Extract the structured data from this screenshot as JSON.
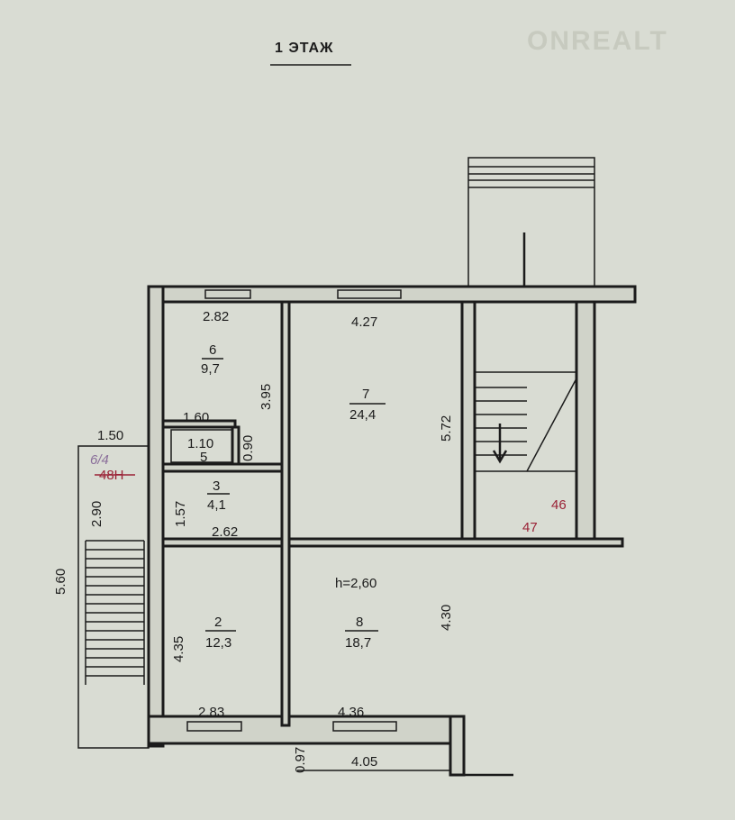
{
  "title": "1 ЭТАЖ",
  "watermark": "ONREALT",
  "ceiling_height": "h=2,60",
  "rooms": [
    {
      "number": "6",
      "area": "9,7"
    },
    {
      "number": "7",
      "area": "24,4"
    },
    {
      "number": "5",
      "area": ""
    },
    {
      "number": "3",
      "area": "4,1"
    },
    {
      "number": "2",
      "area": "12,3"
    },
    {
      "number": "8",
      "area": "18,7"
    }
  ],
  "dimensions": {
    "room6_width": "2.82",
    "room7_width": "4.27",
    "room6_height": "3.95",
    "room7_height": "5.72",
    "closet_width": "1.60",
    "room5_width": "1.10",
    "room5_height": "0.90",
    "porch_width": "1.50",
    "porch_height": "2.90",
    "total_height": "5.60",
    "room3_height": "1.57",
    "room3_width": "2.62",
    "room2_height": "4.35",
    "room2_width": "2.83",
    "room8_width": "4.36",
    "room8_height": "4.30",
    "bottom_width": "4.05",
    "bottom_offset": "0.97"
  },
  "annotations": {
    "handwritten": "6/4",
    "mark_48": "48Н",
    "mark_46": "46",
    "mark_47": "47"
  },
  "colors": {
    "background": "#d9dcd3",
    "line": "#1b1b1b",
    "red_mark": "#9a2236"
  }
}
